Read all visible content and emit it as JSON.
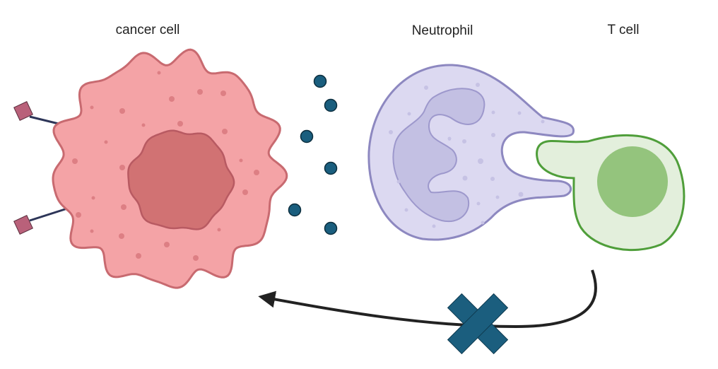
{
  "labels": {
    "cancer_cell": "cancer cell",
    "neutrophil": "Neutrophil",
    "t_cell": "T cell"
  },
  "colors": {
    "cancer_fill": "#f4a3a6",
    "cancer_stroke": "#c86a70",
    "cancer_nucleus": "#d17273",
    "neutrophil_fill": "#dcd9f1",
    "neutrophil_stroke": "#8d88c0",
    "neutrophil_nucleus": "#c3c0e3",
    "tcell_fill": "#e3efdc",
    "tcell_stroke": "#4f9e3a",
    "tcell_nucleus": "#94c47d",
    "cytokine": "#1a5e7e",
    "receptor": "#b9617a",
    "arrow": "#222222",
    "block_mark": "#1b5e7e"
  }
}
